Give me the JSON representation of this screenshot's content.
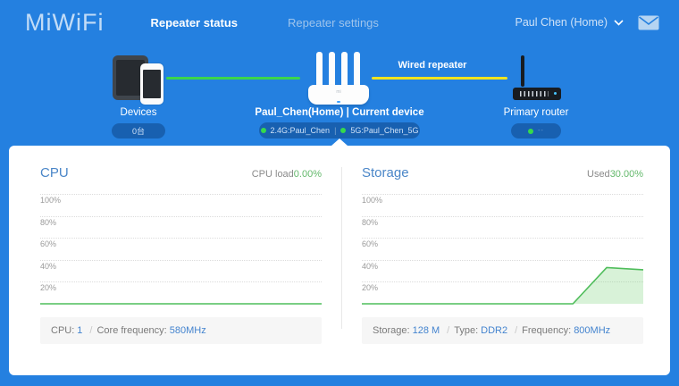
{
  "header": {
    "logo": "MiWiFi",
    "nav": [
      {
        "label": "Repeater status",
        "active": true
      },
      {
        "label": "Repeater settings",
        "active": false
      }
    ],
    "account": "Paul Chen (Home)"
  },
  "topology": {
    "devices": {
      "label": "Devices",
      "count": "0台"
    },
    "repeater": {
      "label": "Paul_Chen(Home) | Current device",
      "band_2_4g": "2.4G:Paul_Chen",
      "band_5g": "5G:Paul_Chen_5G",
      "separator": "|"
    },
    "wired_label": "Wired repeater",
    "primary": {
      "label": "Primary router"
    }
  },
  "cpu": {
    "title": "CPU",
    "load_label": "CPU load",
    "load_value": "0.00%",
    "footer": {
      "label_cpu": "CPU:",
      "value_cpu": "1",
      "label_freq": "Core frequency:",
      "value_freq": "580MHz"
    }
  },
  "storage": {
    "title": "Storage",
    "used_label": "Used",
    "used_value": "30.00%",
    "footer": {
      "label_storage": "Storage:",
      "value_storage": "128 M",
      "label_type": "Type:",
      "value_type": "DDR2",
      "label_freq": "Frequency:",
      "value_freq": "800MHz"
    }
  },
  "common": {
    "separator": "/"
  },
  "colors": {
    "background_blue": "#2480e0",
    "link_green": "#3bd64b",
    "link_yellow": "#f0e41f",
    "chart_green": "#4fbd5b",
    "title_blue": "#4a86c8",
    "value_green": "#64b96c"
  },
  "chart_data": [
    {
      "type": "line",
      "title": "CPU",
      "legend": "CPU load",
      "current_value_pct": 0.0,
      "ylim": [
        0,
        100
      ],
      "yticks": [
        {
          "label": "100%",
          "value": 100
        },
        {
          "label": "80%",
          "value": 80
        },
        {
          "label": "60%",
          "value": 60
        },
        {
          "label": "40%",
          "value": 40
        },
        {
          "label": "20%",
          "value": 20
        }
      ],
      "line_color": "#4fbd5b",
      "fill_color": null,
      "points": [
        [
          0,
          0
        ],
        [
          1,
          0
        ]
      ]
    },
    {
      "type": "area",
      "title": "Storage",
      "legend": "Used",
      "current_value_pct": 30.0,
      "ylim": [
        0,
        100
      ],
      "yticks": [
        {
          "label": "100%",
          "value": 100
        },
        {
          "label": "80%",
          "value": 80
        },
        {
          "label": "60%",
          "value": 60
        },
        {
          "label": "40%",
          "value": 40
        },
        {
          "label": "20%",
          "value": 20
        }
      ],
      "line_color": "#4fbd5b",
      "fill_color": "rgba(126,211,127,0.30)",
      "points": [
        [
          0,
          0
        ],
        [
          0.75,
          0
        ],
        [
          0.87,
          33
        ],
        [
          1,
          31
        ]
      ]
    }
  ]
}
